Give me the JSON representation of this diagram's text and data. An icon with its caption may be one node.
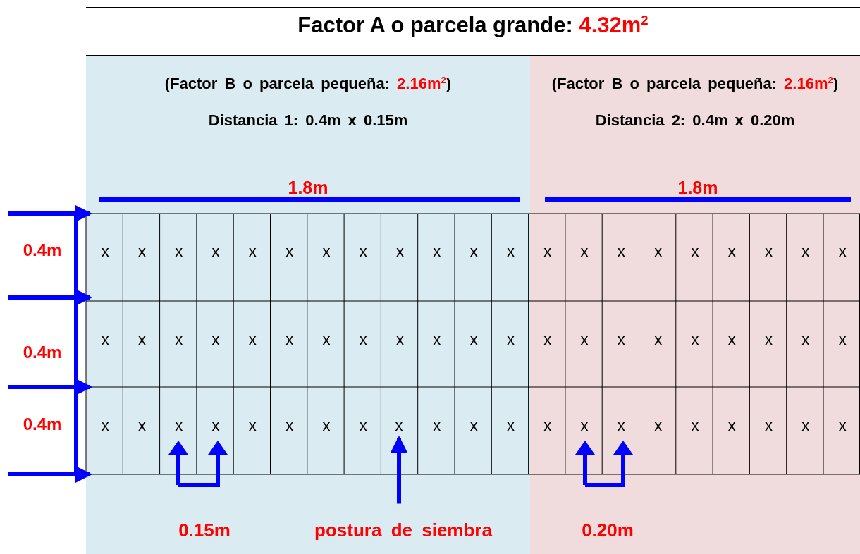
{
  "diagram": {
    "title": "Factor A o parcela grande: 4.32m$^{2}$",
    "nodes": [
      {
        "text": [
          "(Factor B o parcela pequeña: 2.16m$^{2}$)",
          "Distancia 1: 0.4m x 0.15m"
        ]
      },
      {
        "text": [
          "(Factor B o parcela pequeña: 2.16m$^{2}$)",
          "Distancia 2: 0.4m x 0.20m"
        ]
      },
      {
        "text": [
          "postura de siembra"
        ],
        "in": 0
      },
      {
        "text": [
          "x"
        ],
        "in": 0
      }
    ],
    "edges": [
      {
        "from": 2,
        "to": 3,
        "arrow": "to"
      }
    ],
    "labels": [
      "1.8m",
      "1.8m",
      "0.4m",
      "x",
      "x",
      "x",
      "x",
      "x",
      "x",
      "x",
      "x",
      "x",
      "x",
      "x",
      "x",
      "x",
      "x",
      "x",
      "x",
      "x",
      "x",
      "x",
      "x",
      "x",
      "0.4m",
      "x",
      "x",
      "x",
      "x",
      "x",
      "x",
      "x",
      "x",
      "x",
      "x",
      "x",
      "x",
      "x",
      "x",
      "x",
      "x",
      "x",
      "x",
      "x",
      "x",
      "x",
      "0.4m",
      "x",
      "x",
      "x",
      "x",
      "x",
      "x",
      "x",
      "x",
      "x",
      "x",
      "x",
      "x",
      "x",
      "x",
      "x",
      "x",
      "x",
      "x",
      "x",
      "x",
      "0.15m",
      "0.20m"
    ]
  }
}
